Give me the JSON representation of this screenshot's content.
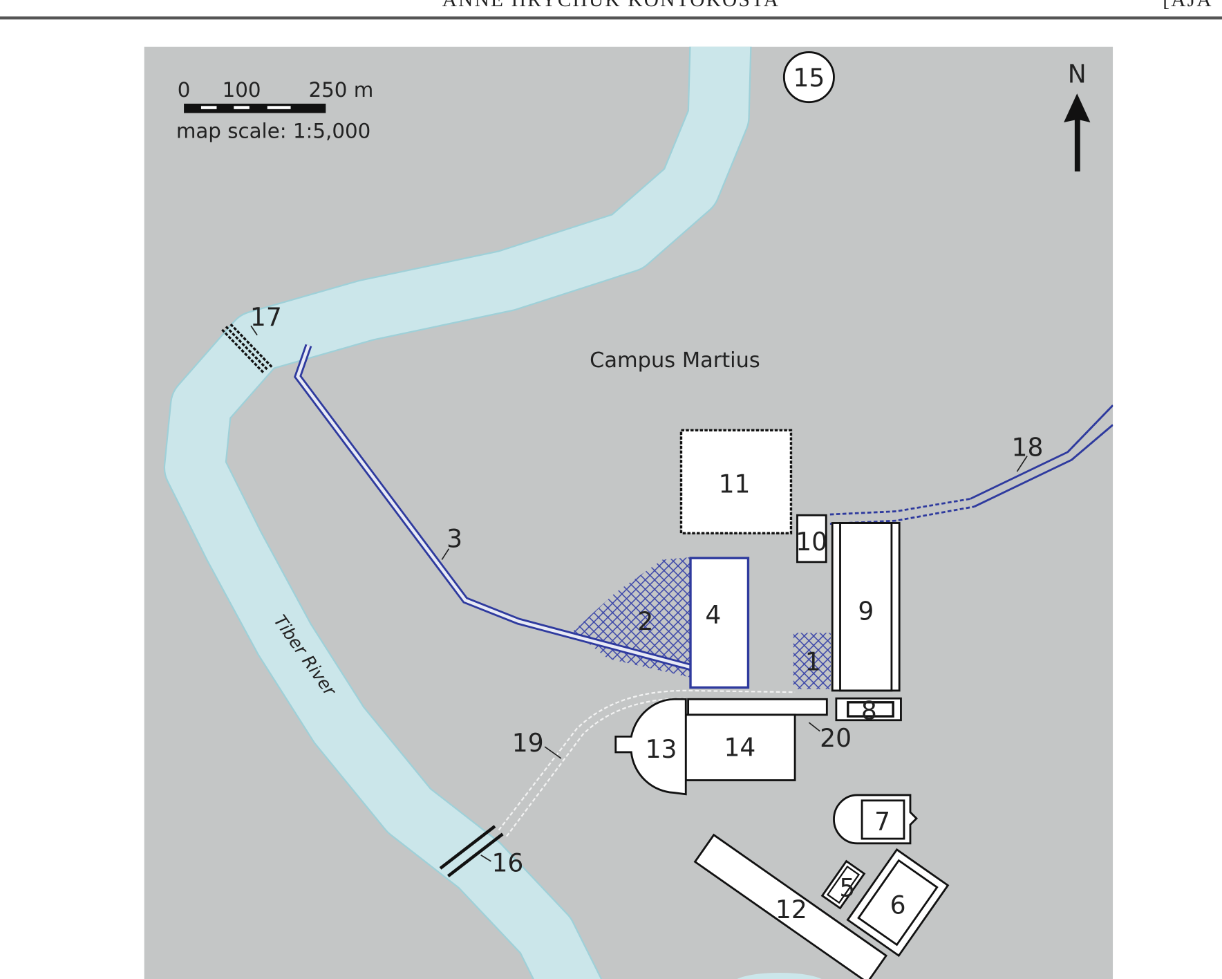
{
  "header": {
    "author": "ANNE HRYCHUK KONTOKOSTA",
    "journal": "[AJA"
  },
  "map": {
    "colors": {
      "land": "#c4c6c6",
      "river": "#cbe6ea",
      "river_edge": "#9fd0d8",
      "water_feature": "#2e3a9e",
      "building": "#ffffff"
    },
    "scale": {
      "ticks": [
        "0",
        "100",
        "250 m"
      ],
      "text": "map scale: 1:5,000"
    },
    "north": "N",
    "place_label": "Campus Martius",
    "river_label": "Tiber River",
    "features": {
      "f1": "1",
      "f2": "2",
      "f3": "3",
      "f4": "4",
      "f5": "5",
      "f6": "6",
      "f7": "7",
      "f8": "8",
      "f9": "9",
      "f10": "10",
      "f11": "11",
      "f12": "12",
      "f13": "13",
      "f14": "14",
      "f15": "15",
      "f16": "16",
      "f17": "17",
      "f18": "18",
      "f19": "19",
      "f20": "20"
    }
  }
}
